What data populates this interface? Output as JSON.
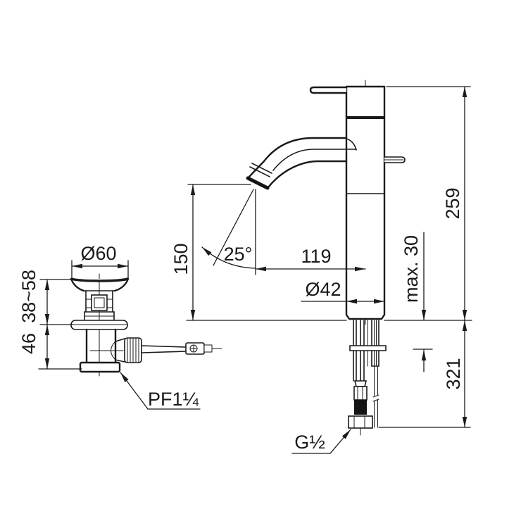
{
  "drawing": {
    "type": "faucet-installation-dimension-drawing",
    "line_color": "#1a1a1a",
    "background": "#ffffff"
  },
  "labels": {
    "height_total": "259",
    "height_below_deck": "321",
    "deck_thickness_max": "max. 30",
    "spout_height": "150",
    "spout_reach": "119",
    "spout_angle": "25°",
    "body_diameter": "Ø42",
    "drain_flange_diameter": "Ø60",
    "drain_adjust_range": "38~58",
    "drain_lower_height": "46",
    "drain_thread": "PF1¼",
    "supply_thread": "G½"
  }
}
